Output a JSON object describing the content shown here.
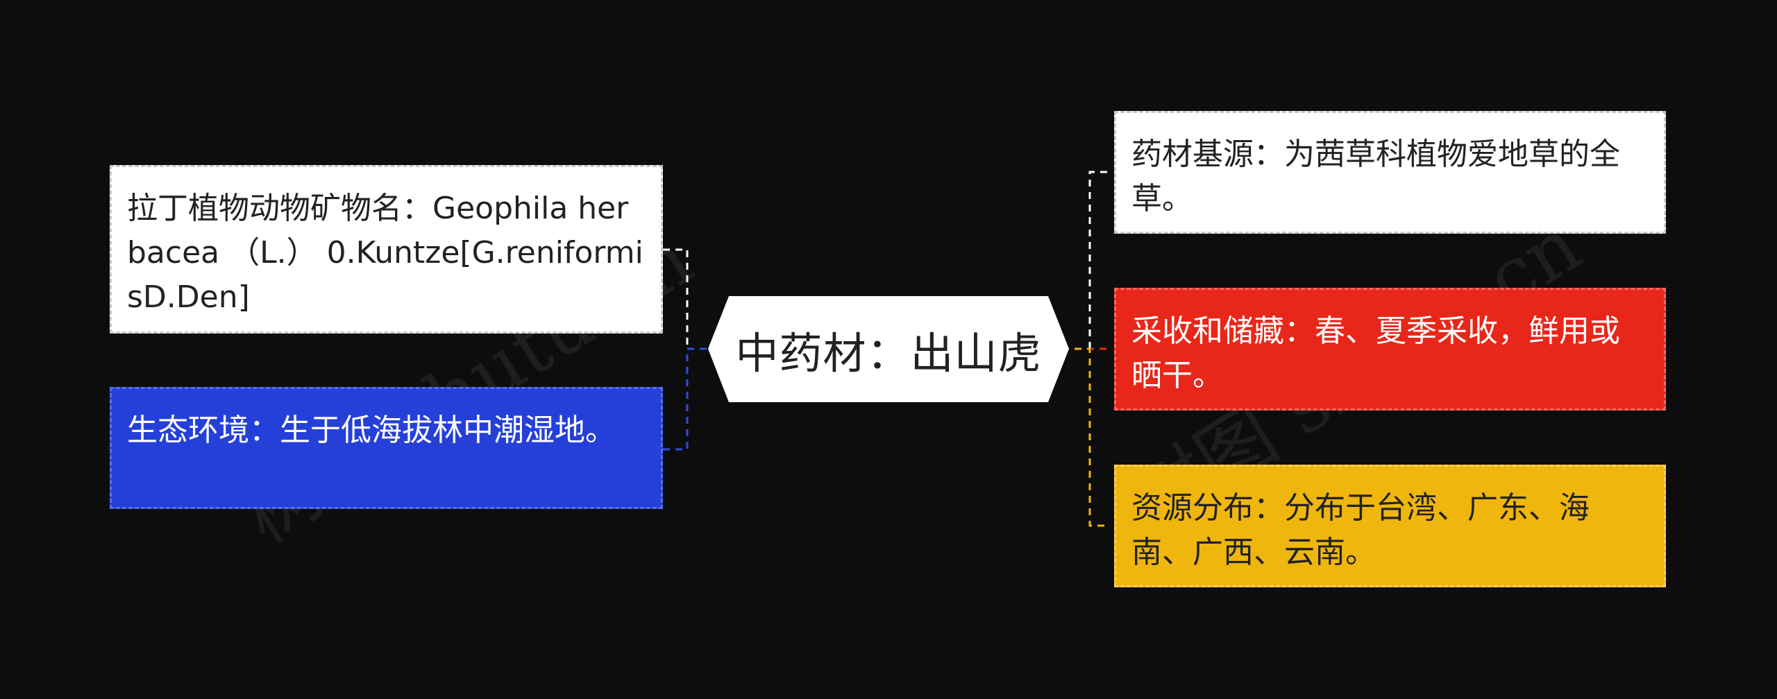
{
  "center": {
    "label": "中药材：出山虎"
  },
  "left_nodes": [
    {
      "text": "拉丁植物动物矿物名：Geophila herbacea （L.） 0.Kuntze[G.reniformisD.Den]",
      "fill": "#ffffff",
      "line_color": "#ffffff"
    },
    {
      "text": "生态环境：生于低海拔林中潮湿地。",
      "fill": "#2540d9",
      "line_color": "#2540d9"
    }
  ],
  "right_nodes": [
    {
      "text": "药材基源：为茜草科植物爱地草的全草。",
      "fill": "#ffffff",
      "line_color": "#ffffff"
    },
    {
      "text": "采收和储藏：春、夏季采收，鲜用或晒干。",
      "fill": "#e8271a",
      "line_color": "#e8271a"
    },
    {
      "text": "资源分布：分布于台湾、广东、海南、广西、云南。",
      "fill": "#efb60e",
      "line_color": "#efb60e"
    }
  ],
  "watermark": "树图 shutu.cn"
}
